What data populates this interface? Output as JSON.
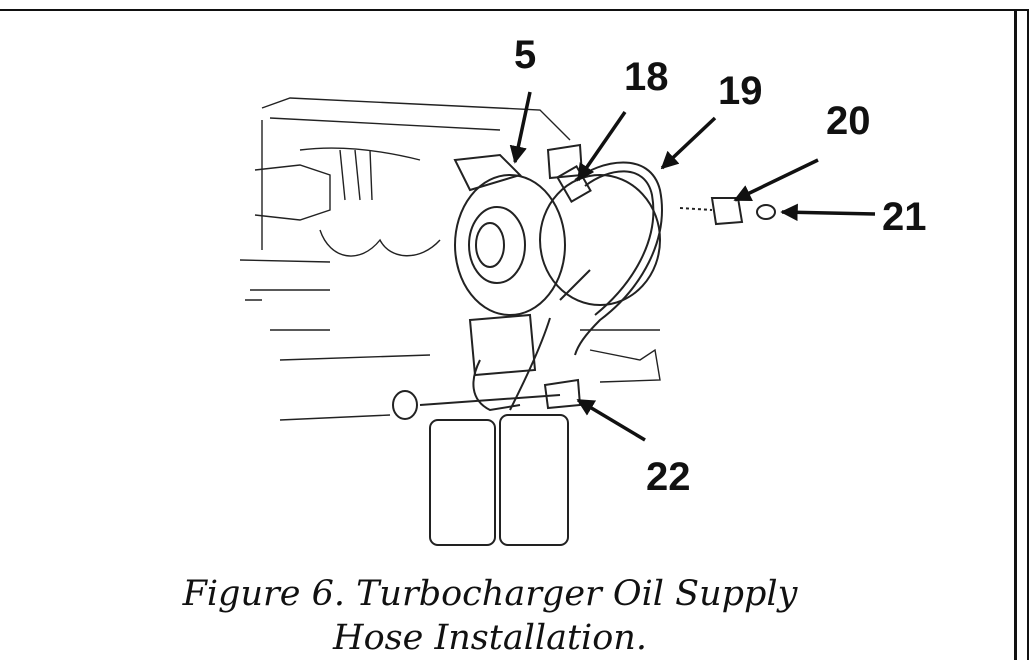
{
  "figure": {
    "caption_line1": "Figure 6.  Turbocharger Oil Supply",
    "caption_line2": "Hose Installation."
  },
  "callouts": {
    "item_5": "5",
    "item_18": "18",
    "item_19": "19",
    "item_20": "20",
    "item_21": "21",
    "item_22": "22"
  }
}
